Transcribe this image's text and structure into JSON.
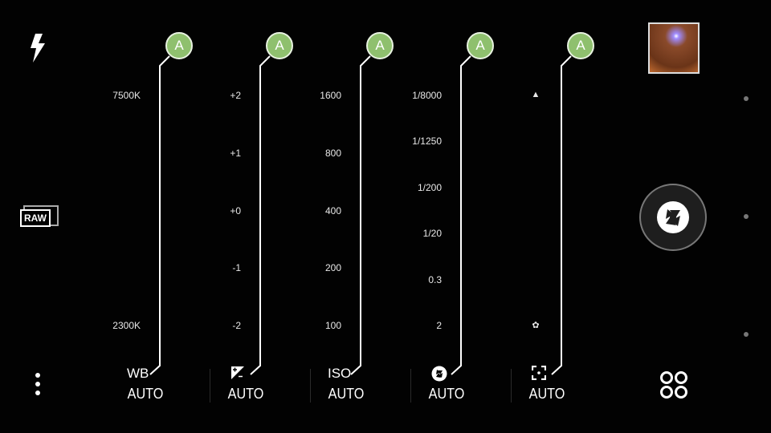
{
  "raw_label": "RAW",
  "columns": [
    {
      "name": "white-balance",
      "label": "WB",
      "value": "AUTO",
      "badge": "A",
      "scale": [
        "7500K",
        "2300K"
      ]
    },
    {
      "name": "exposure",
      "label": "",
      "value": "AUTO",
      "badge": "A",
      "scale": [
        "+2",
        "+1",
        "+0",
        "-1",
        "-2"
      ]
    },
    {
      "name": "iso",
      "label": "ISO",
      "value": "AUTO",
      "badge": "A",
      "scale": [
        "1600",
        "800",
        "400",
        "200",
        "100"
      ]
    },
    {
      "name": "shutter",
      "label": "",
      "value": "AUTO",
      "badge": "A",
      "scale": [
        "1/8000",
        "1/1250",
        "1/200",
        "1/20",
        "0.3",
        "2"
      ]
    },
    {
      "name": "focus",
      "label": "",
      "value": "AUTO",
      "badge": "A",
      "scale": [
        "▲",
        "✿"
      ]
    }
  ],
  "colors": {
    "badge": "#8fc06e"
  }
}
